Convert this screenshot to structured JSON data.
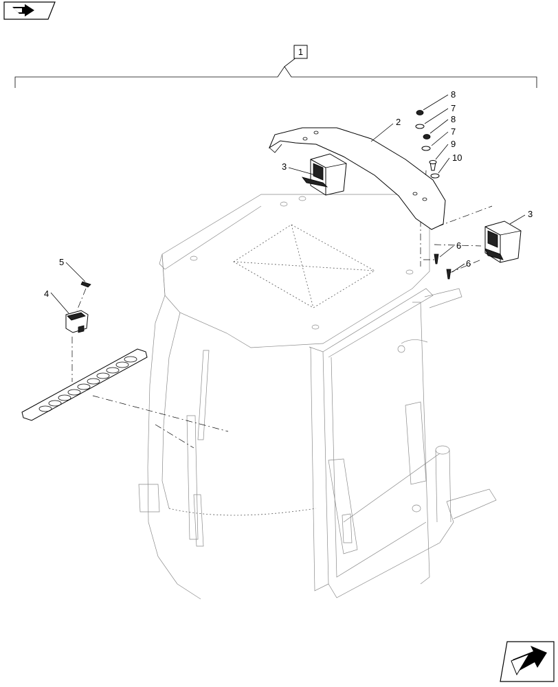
{
  "callouts": {
    "assembly": "1",
    "bracket": "2",
    "lamp_left": "3",
    "lamp_right": "3",
    "switch": "4",
    "clip": "5",
    "screw_a": "6",
    "screw_b": "6",
    "washer_a": "7",
    "washer_b": "7",
    "nut_a": "8",
    "nut_b": "8",
    "bolt": "9",
    "washer_c": "10"
  },
  "icons": {
    "top_left": "previous-page-arrow-icon",
    "bottom_right": "next-page-arrow-icon"
  }
}
